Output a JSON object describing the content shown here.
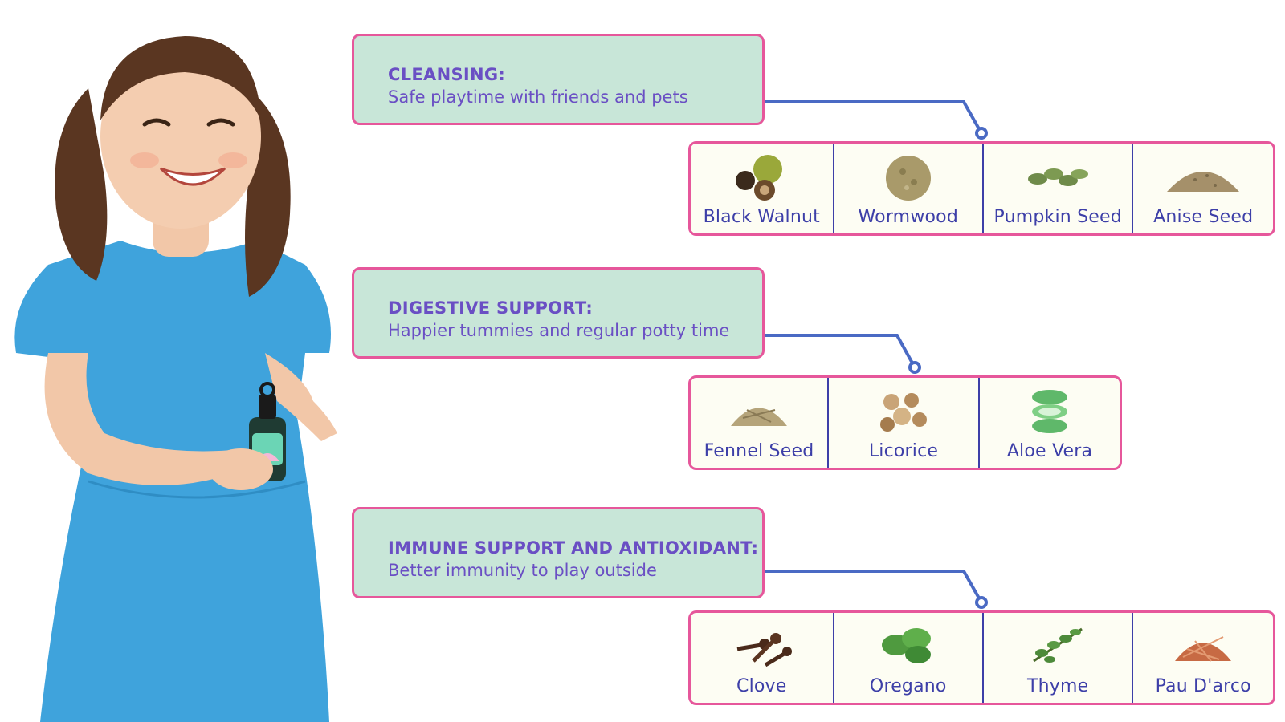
{
  "benefits": [
    {
      "title": "CLEANSING:",
      "text": "Safe playtime with friends and pets"
    },
    {
      "title": "DIGESTIVE SUPPORT:",
      "text": "Happier tummies and regular potty time"
    },
    {
      "title": "IMMUNE SUPPORT AND ANTIOXIDANT:",
      "text": "Better immunity to play outside"
    }
  ],
  "ingredient_groups": [
    {
      "items": [
        {
          "label": "Black Walnut",
          "icon": "black-walnut-icon"
        },
        {
          "label": "Wormwood",
          "icon": "wormwood-icon"
        },
        {
          "label": "Pumpkin Seed",
          "icon": "pumpkin-seed-icon"
        },
        {
          "label": "Anise Seed",
          "icon": "anise-seed-icon"
        }
      ]
    },
    {
      "items": [
        {
          "label": "Fennel Seed",
          "icon": "fennel-seed-icon"
        },
        {
          "label": "Licorice",
          "icon": "licorice-icon"
        },
        {
          "label": "Aloe Vera",
          "icon": "aloe-vera-icon"
        }
      ]
    },
    {
      "items": [
        {
          "label": "Clove",
          "icon": "clove-icon"
        },
        {
          "label": "Oregano",
          "icon": "oregano-icon"
        },
        {
          "label": "Thyme",
          "icon": "thyme-icon"
        },
        {
          "label": "Pau D'arco",
          "icon": "pau-darco-icon"
        }
      ]
    }
  ],
  "colors": {
    "benefit_bg": "#c8e6d8",
    "border_pink": "#e6579b",
    "text_purple": "#6a4fc4",
    "connector_blue": "#4a6ac4",
    "label_indigo": "#3d3fa8",
    "dress_blue": "#3fa3dc"
  }
}
